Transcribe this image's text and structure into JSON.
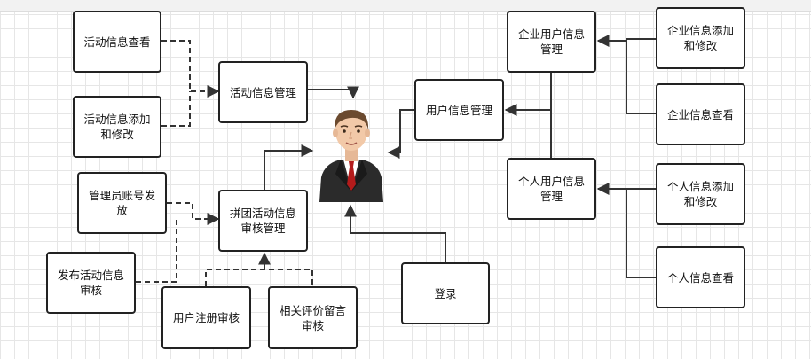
{
  "nodes": {
    "activity_view": "活动信息查看",
    "activity_add_edit": "活动信息添加\n和修改",
    "activity_manage": "活动信息管理",
    "admin_account": "管理员账号发\n放",
    "group_review": "拼团活动信息\n审核管理",
    "publish_review": "发布活动信息\n审核",
    "user_register_review": "用户注册审核",
    "comment_review": "相关评价留言\n审核",
    "user_manage": "用户信息管理",
    "enterprise_user_manage": "企业用户信息\n管理",
    "personal_user_manage": "个人用户信息\n管理",
    "enterprise_add_edit": "企业信息添加\n和修改",
    "enterprise_view": "企业信息查看",
    "personal_add_edit": "个人信息添加\n和修改",
    "personal_view": "个人信息查看",
    "login": "登录"
  },
  "icons": {
    "center_actor": "administrator-avatar-icon"
  },
  "colors": {
    "line": "#333333",
    "border": "#222222",
    "tie": "#b31b1b",
    "suit": "#2b2b2b",
    "skin": "#f2c9a8",
    "hair": "#6b4a2f"
  }
}
